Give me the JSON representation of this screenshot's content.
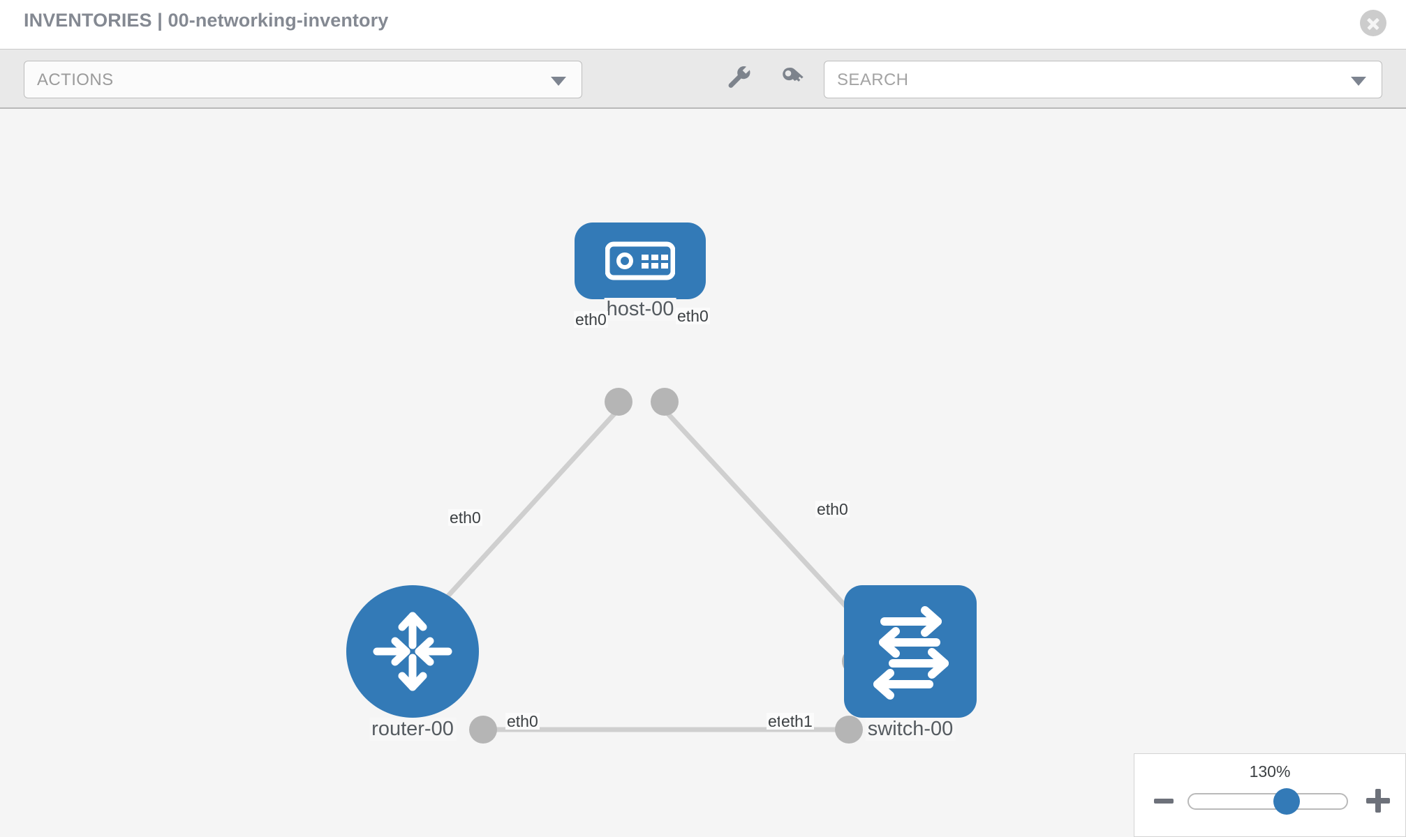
{
  "header": {
    "title": "INVENTORIES | 00-networking-inventory",
    "close_label": "×"
  },
  "toolbar": {
    "actions_label": "ACTIONS",
    "search_placeholder": "SEARCH",
    "search_value": "",
    "icons": [
      {
        "name": "wrench-icon",
        "title": "Settings"
      },
      {
        "name": "key-icon",
        "title": "Credentials"
      }
    ]
  },
  "topology": {
    "nodes": [
      {
        "id": "host-00",
        "label": "host-00",
        "type": "host",
        "shape": "rounded",
        "color": "#337ab7"
      },
      {
        "id": "router-00",
        "label": "router-00",
        "type": "router",
        "shape": "circle",
        "color": "#337ab7"
      },
      {
        "id": "switch-00",
        "label": "switch-00",
        "type": "switch",
        "shape": "rounded",
        "color": "#337ab7"
      }
    ],
    "links": [
      {
        "source": "host-00",
        "source_interface": "eth0",
        "target": "router-00",
        "target_interface": "eth0"
      },
      {
        "source": "host-00",
        "source_interface": "eth0",
        "target": "switch-00",
        "target_interface": "eth0"
      },
      {
        "source": "router-00",
        "source_interface": "eth0",
        "target": "switch-00",
        "target_interface": "eth1"
      }
    ],
    "interface_labels": {
      "host_left": "eth0",
      "host_right": "eth0",
      "router_up": "eth0",
      "router_right": "eth0",
      "switch_up": "eth0",
      "switch_left_hidden": "eth0",
      "switch_left": "eth1"
    },
    "link_color": "#cccccc",
    "port_color": "#b5b5b5"
  },
  "zoom": {
    "value_label": "130%",
    "percent": 130,
    "slider_position_pct": 62,
    "minus_label": "−",
    "plus_label": "+"
  }
}
